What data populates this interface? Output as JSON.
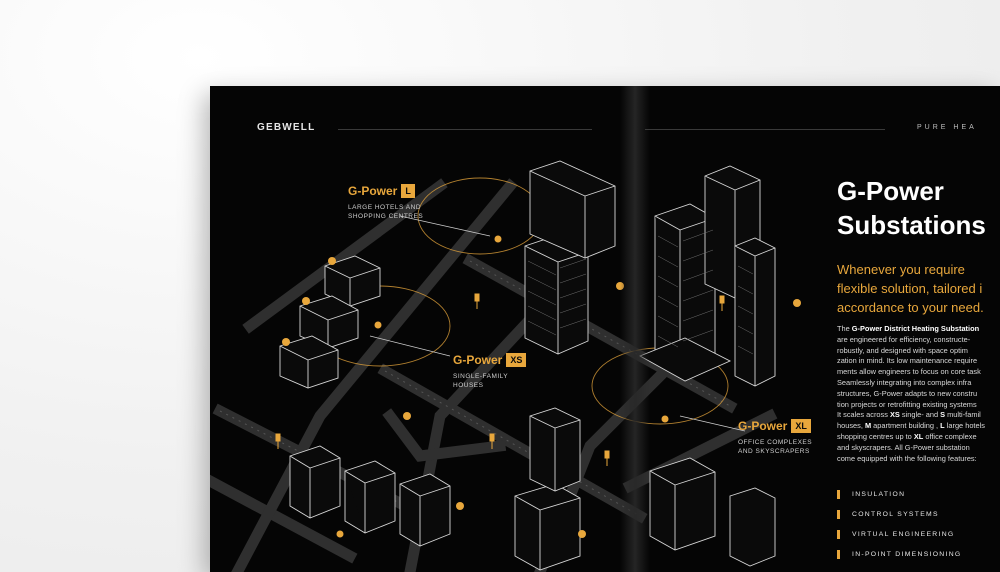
{
  "magazine": {
    "brand": "GEBWELL",
    "running_head": "PURE HEA"
  },
  "callouts": {
    "l": {
      "name": "G-Power",
      "size": "L",
      "desc": "LARGE HOTELS AND SHOPPING CENTRES"
    },
    "xs": {
      "name": "G-Power",
      "size": "XS",
      "desc": "SINGLE-FAMILY HOUSES"
    },
    "xl": {
      "name": "G-Power",
      "size": "XL",
      "desc": "OFFICE COMPLEXES AND SKYSCRAPERS"
    }
  },
  "article": {
    "heading_lines": [
      "G-Power",
      "Substations"
    ],
    "subheading_lines": [
      "Whenever you require",
      "flexible solution, tailored i",
      "accordance to your need."
    ],
    "body": {
      "l1_pre": "The ",
      "l1_bold": "G-Power District Heating Substation",
      "l2": "are engineered for efficiency, constructe-",
      "l3": "robustly, and designed with space optim",
      "l4": "zation in mind. Its low maintenance require",
      "l5": "ments allow engineers to focus on core task",
      "l6": "Seamlessly integrating into complex infra",
      "l7": "structures, G-Power adapts to new constru",
      "l8": "tion projects or retrofitting existing systems",
      "l9_pre": "It scales across ",
      "l9_b1": "XS",
      "l9_mid": " single- and ",
      "l9_b2": "S",
      "l9_post": " multi-famil",
      "l10_pre": "houses, ",
      "l10_b1": "M",
      "l10_mid": " apartment building , ",
      "l10_b2": "L",
      "l10_post": " large hotels",
      "l11_pre": "shopping centres up to ",
      "l11_b1": "XL",
      "l11_post": " office complexe",
      "l12": "and skyscrapers. All G-Power substation",
      "l13": "come equipped with the following features:"
    },
    "features": [
      "INSULATION",
      "CONTROL SYSTEMS",
      "VIRTUAL ENGINEERING",
      "IN-POINT DIMENSIONING"
    ]
  },
  "colors": {
    "page": "#050505",
    "accent": "#e8a73c",
    "road": "#2e2e2e",
    "building_line": "#d8d8d8"
  }
}
